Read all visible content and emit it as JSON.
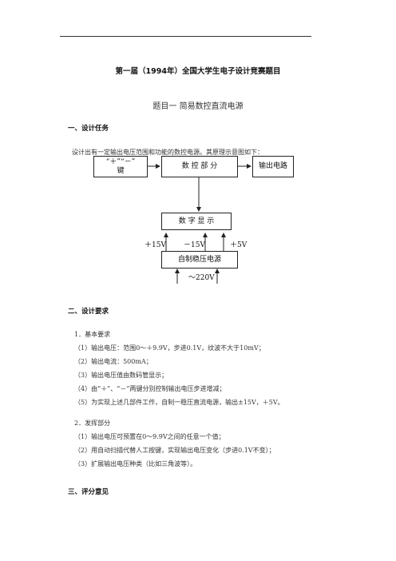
{
  "title": "第一届（1994年）全国大学生电子设计竞赛题目",
  "subtitle": "题目一  简易数控直流电源",
  "section1": {
    "heading": "一、设计任务",
    "text": "设计出有一定输出电压范围和功能的数控电源。其原理示意图如下："
  },
  "diagram": {
    "key_box_line1": "“＋”“－”",
    "key_box_line2": "键",
    "control_box": "数 控 部 分",
    "output_box": "输出电路",
    "display_box": "数 字 显 示",
    "power_box": "自制稳压电源",
    "label_p15": "＋15V",
    "label_m15": "－15V",
    "label_p5": "＋5V",
    "label_ac": "～220V"
  },
  "section2": {
    "heading": "二、设计要求",
    "basic_title": "1．基本要求",
    "basic_items": [
      "（1）输出电压：范围0～＋9.9V，步进0.1V，纹波不大于10mV；",
      "（2）输出电流：500mA；",
      "（3）输出电压值由数码管显示；",
      "（4）由“＋”、“－”两键分别控制输出电压步进增减；",
      "（5）为实现上述几部件工作，自制一稳压直流电源，输出±15V，＋5V。"
    ],
    "extra_title": "2．发挥部分",
    "extra_items": [
      "（1）输出电压可预置在0～9.9V之间的任意一个值；",
      "（2）用自动扫描代替人工按键，实现输出电压变化（步进0.1V不变）；",
      "（3）扩展输出电压种类（比如三角波等）。"
    ]
  },
  "section3": {
    "heading": "三、评分意见"
  }
}
